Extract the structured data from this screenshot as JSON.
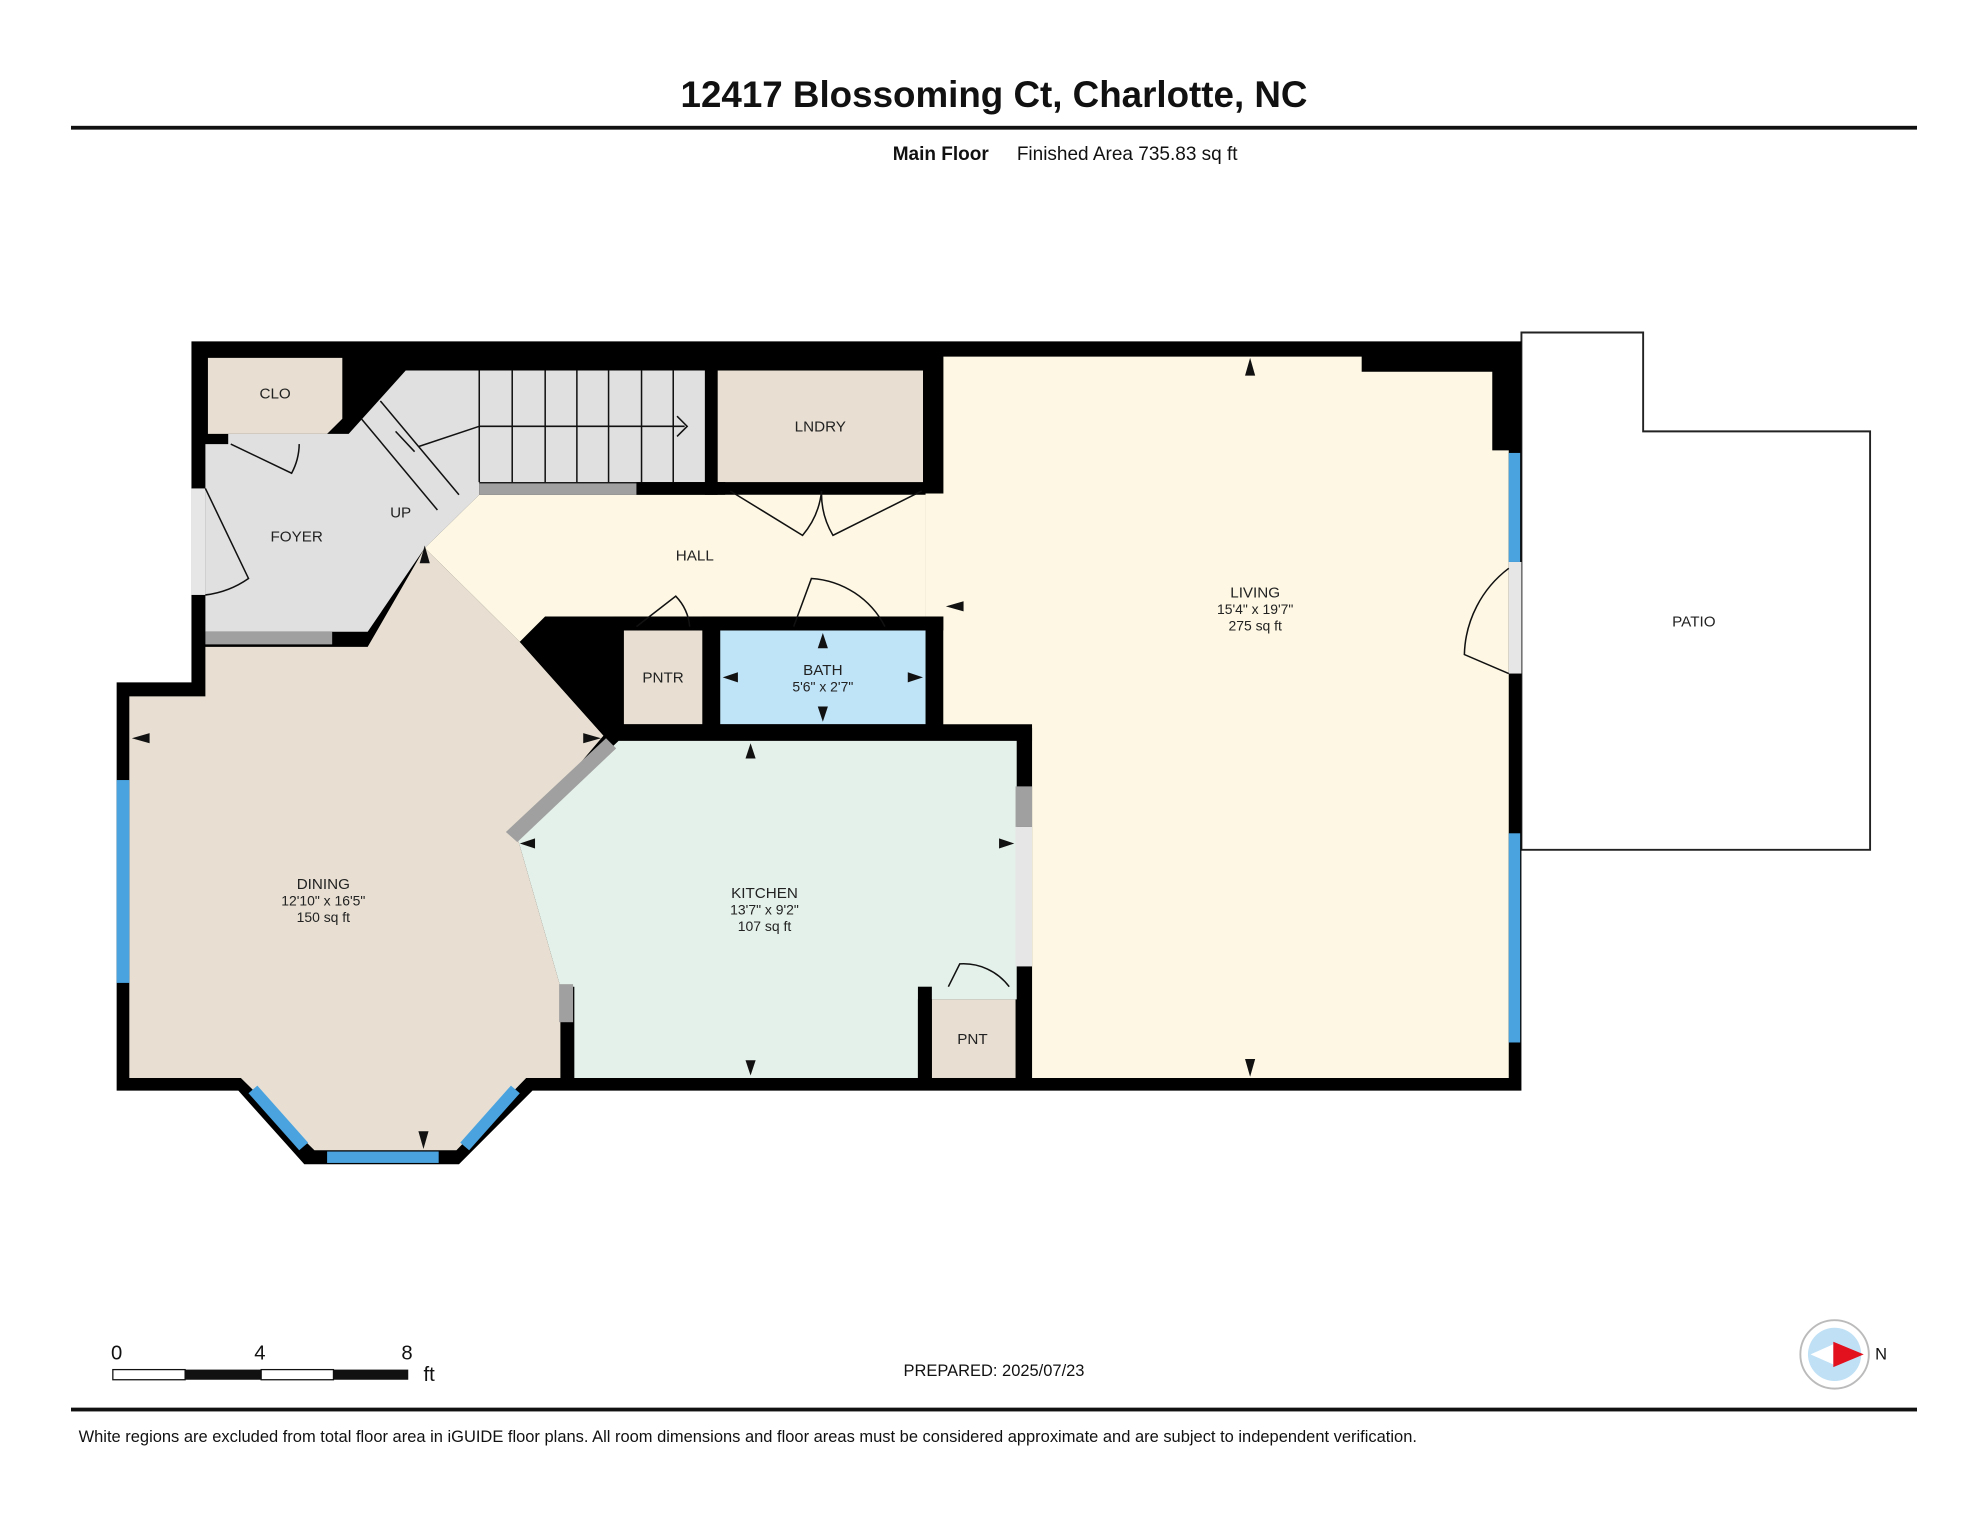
{
  "header": {
    "title": "12417 Blossoming Ct, Charlotte, NC",
    "floor_label": "Main Floor",
    "finished_area": "Finished Area 735.83 sq ft"
  },
  "rooms": {
    "clo": {
      "name": "CLO"
    },
    "foyer": {
      "name": "FOYER"
    },
    "stairs": {
      "name": "UP"
    },
    "lndry": {
      "name": "LNDRY"
    },
    "hall": {
      "name": "HALL"
    },
    "living": {
      "name": "LIVING",
      "dims": "15'4\" x 19'7\"",
      "area": "275 sq ft"
    },
    "patio": {
      "name": "PATIO"
    },
    "pntr": {
      "name": "PNTR"
    },
    "bath": {
      "name": "BATH",
      "dims": "5'6\" x 2'7\""
    },
    "kitchen": {
      "name": "KITCHEN",
      "dims": "13'7\" x 9'2\"",
      "area": "107 sq ft"
    },
    "pnt": {
      "name": "PNT"
    },
    "dining": {
      "name": "DINING",
      "dims": "12'10\" x 16'5\"",
      "area": "150 sq ft"
    }
  },
  "colors": {
    "wall": "#000000",
    "window": "#4aa3df",
    "living": "#fdf7e3",
    "dining": "#e8dfd2",
    "kitchen": "#e4f1ea",
    "bath": "#bfe3f7",
    "foyer": "#e0e0e0",
    "storage": "#e8dfd2"
  },
  "scale_bar": {
    "ticks": [
      "0",
      "4",
      "8"
    ],
    "unit": "ft"
  },
  "prepared": "PREPARED: 2025/07/23",
  "compass": {
    "label": "N"
  },
  "disclaimer": "White regions are excluded from total floor area in iGUIDE floor plans. All room dimensions and floor areas must be considered approximate and are subject to independent verification."
}
